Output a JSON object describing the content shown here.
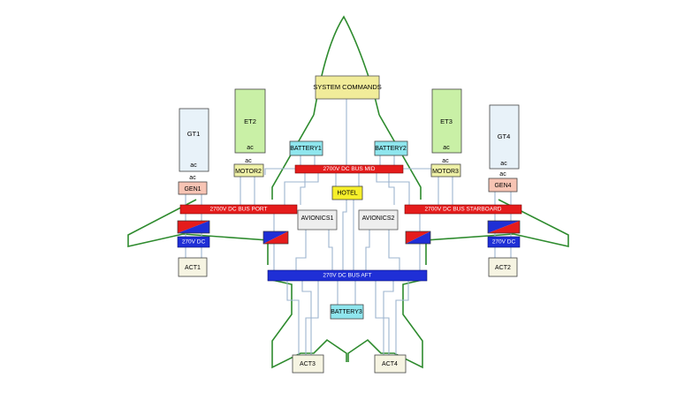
{
  "colors": {
    "frame": "#2e8b2e",
    "bus_red": "#e51c1c",
    "bus_blue": "#1f2fd6",
    "battery": "#8fe6ee",
    "command_block": "#f1ec9a",
    "hotel": "#f6ef2a",
    "motor": "#eef0a6",
    "gen": "#f7c4b4",
    "turbine_green": "#c9f0a6",
    "turbine_light": "#e8f2f9",
    "avionics": "#eeeeee",
    "act": "#f6f4e2",
    "wire": "#9db4cf"
  },
  "system_commands": "SYSTEM COMMANDS",
  "engines": {
    "gt1": "GT1",
    "et2": "ET2",
    "et3": "ET3",
    "gt4": "GT4",
    "ac_symbol": "ac"
  },
  "batteries": {
    "battery1": "BATTERY1",
    "battery2": "BATTERY2",
    "battery3": "BATTERY3"
  },
  "motors": {
    "motor2": "MOTOR2",
    "motor3": "MOTOR3"
  },
  "generators": {
    "gen1": "GEN1",
    "gen4": "GEN4"
  },
  "buses": {
    "mid": "2700V DC BUS MID",
    "port": "2700V DC BUS PORT",
    "starboard": "2700V DC BUS STARBOARD",
    "aft": "270V DC BUS AFT",
    "dc_left": "270V DC",
    "dc_right": "270V DC"
  },
  "hotel": "HOTEL",
  "avionics": {
    "avionics1": "AVIONICS1",
    "avionics2": "AVIONICS2"
  },
  "actuators": {
    "act1": "ACT1",
    "act2": "ACT2",
    "act3": "ACT3",
    "act4": "ACT4"
  }
}
